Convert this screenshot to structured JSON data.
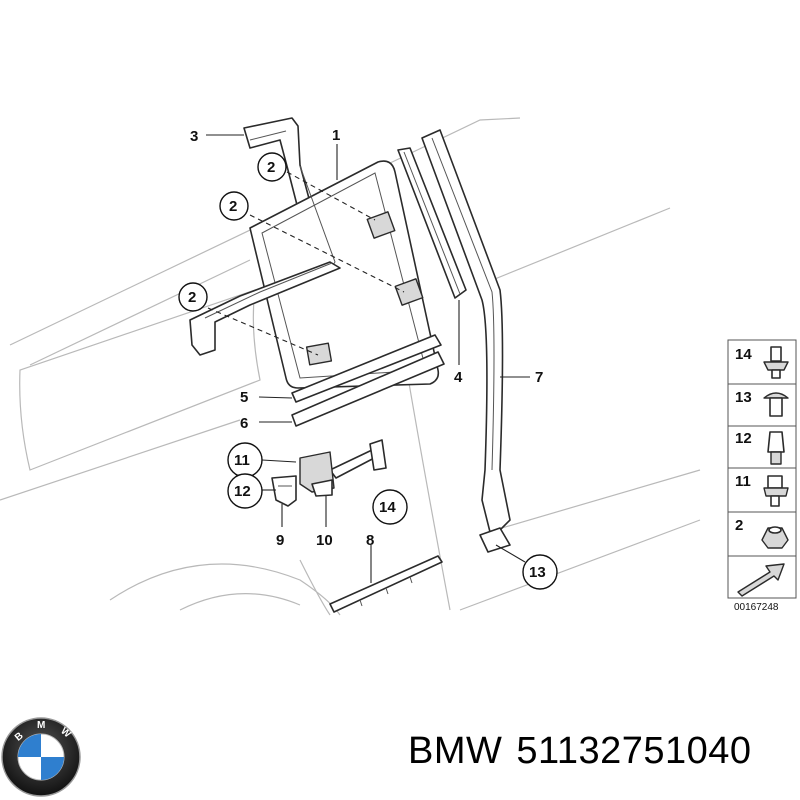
{
  "diagram": {
    "labels": [
      {
        "id": "1",
        "text": "1"
      },
      {
        "id": "2a",
        "text": "2"
      },
      {
        "id": "2b",
        "text": "2"
      },
      {
        "id": "2c",
        "text": "2"
      },
      {
        "id": "3",
        "text": "3"
      },
      {
        "id": "4",
        "text": "4"
      },
      {
        "id": "5",
        "text": "5"
      },
      {
        "id": "6",
        "text": "6"
      },
      {
        "id": "7",
        "text": "7"
      },
      {
        "id": "8",
        "text": "8"
      },
      {
        "id": "9",
        "text": "9"
      },
      {
        "id": "10",
        "text": "10"
      },
      {
        "id": "11",
        "text": "11"
      },
      {
        "id": "12",
        "text": "12"
      },
      {
        "id": "13",
        "text": "13"
      },
      {
        "id": "14",
        "text": "14"
      }
    ],
    "legend": [
      {
        "text": "14"
      },
      {
        "text": "13"
      },
      {
        "text": "12"
      },
      {
        "text": "11"
      },
      {
        "text": "2"
      }
    ],
    "drawing_number": "00167248"
  },
  "footer": {
    "brand": "BMW",
    "part_number": "51132751040"
  }
}
